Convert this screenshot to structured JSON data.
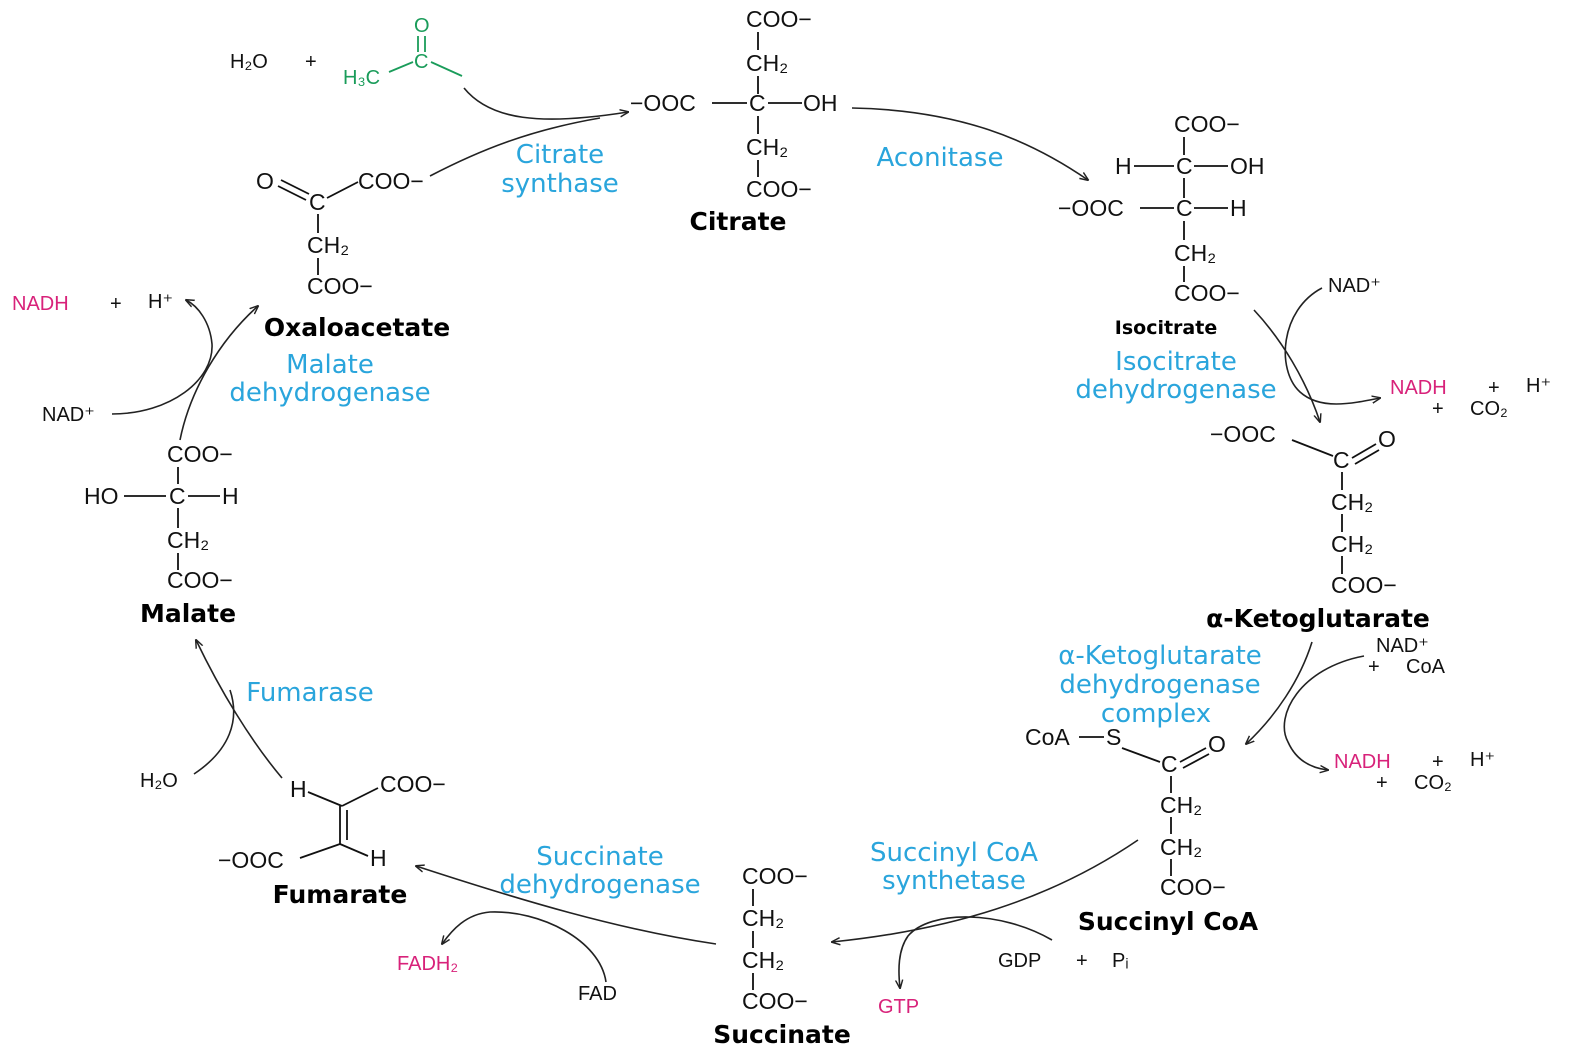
{
  "metabolites": {
    "citrate": {
      "name": "Citrate",
      "coo_top": "COO−",
      "ch2_top": "CH₂",
      "left_group": "−OOC",
      "center_c": "C",
      "oh": "OH",
      "ch2_bottom": "CH₂",
      "coo_bottom": "COO−"
    },
    "isocitrate": {
      "name": "Isocitrate",
      "coo_top": "COO−",
      "h_left": "H",
      "c1": "C",
      "oh": "OH",
      "ooc_left": "−OOC",
      "c2": "C",
      "h_right": "H",
      "ch2": "CH₂",
      "coo_bottom": "COO−"
    },
    "alpha_ketoglutarate": {
      "name": "α-Ketoglutarate",
      "ooc_left": "−OOC",
      "c": "C",
      "o": "O",
      "ch2_a": "CH₂",
      "ch2_b": "CH₂",
      "coo_bottom": "COO−"
    },
    "succinyl_coa": {
      "name": "Succinyl CoA",
      "coa": "CoA",
      "s": "S",
      "c": "C",
      "o": "O",
      "ch2_a": "CH₂",
      "ch2_b": "CH₂",
      "coo_bottom": "COO−"
    },
    "succinate": {
      "name": "Succinate",
      "coo_top": "COO−",
      "ch2_a": "CH₂",
      "ch2_b": "CH₂",
      "coo_bottom": "COO−"
    },
    "fumarate": {
      "name": "Fumarate",
      "h_top": "H",
      "coo_right": "COO−",
      "ooc_left": "−OOC",
      "h_bottom": "H"
    },
    "malate": {
      "name": "Malate",
      "coo_top": "COO−",
      "ho": "HO",
      "c": "C",
      "h": "H",
      "ch2": "CH₂",
      "coo_bottom": "COO−"
    },
    "oxaloacetate": {
      "name": "Oxaloacetate",
      "o": "O",
      "c": "C",
      "coo_right": "COO−",
      "ch2": "CH₂",
      "coo_bottom": "COO−"
    },
    "acetyl": {
      "o": "O",
      "c": "C",
      "h3c": "H₃C"
    }
  },
  "enzymes": {
    "citrate_synthase": [
      "Citrate",
      "synthase"
    ],
    "aconitase": [
      "Aconitase"
    ],
    "isocitrate_dehydrogenase": [
      "Isocitrate",
      "dehydrogenase"
    ],
    "akg_dehydrogenase": [
      "α-Ketoglutarate",
      "dehydrogenase",
      "complex"
    ],
    "succinyl_coa_synthetase": [
      "Succinyl CoA",
      "synthetase"
    ],
    "succinate_dehydrogenase": [
      "Succinate",
      "dehydrogenase"
    ],
    "fumarase": [
      "Fumarase"
    ],
    "malate_dehydrogenase": [
      "Malate",
      "dehydrogenase"
    ]
  },
  "cofactors": {
    "water_citrate": "H₂O",
    "plus_citrate": "+",
    "nad_idh": "NAD⁺",
    "nadh_idh": "NADH",
    "plus_idh_1": "+",
    "h_idh": "H⁺",
    "plus_idh_2": "+",
    "co2_idh": "CO₂",
    "nad_akg": "NAD⁺",
    "plus_akg_in": "+",
    "coa_akg": "CoA",
    "nadh_akg": "NADH",
    "plus_akg_1": "+",
    "h_akg": "H⁺",
    "plus_akg_2": "+",
    "co2_akg": "CO₂",
    "gdp": "GDP",
    "plus_gdp": "+",
    "pi": "Pᵢ",
    "gtp": "GTP",
    "fad": "FAD",
    "fadh2": "FADH₂",
    "water_fumarase": "H₂O",
    "nad_mdh": "NAD⁺",
    "nadh_mdh": "NADH",
    "plus_mdh": "+",
    "h_mdh": "H⁺"
  },
  "colors": {
    "enzyme": "#2aa5dc",
    "redox_product": "#d8227a",
    "acetyl_group": "#1a9c5a",
    "text": "#111111"
  }
}
